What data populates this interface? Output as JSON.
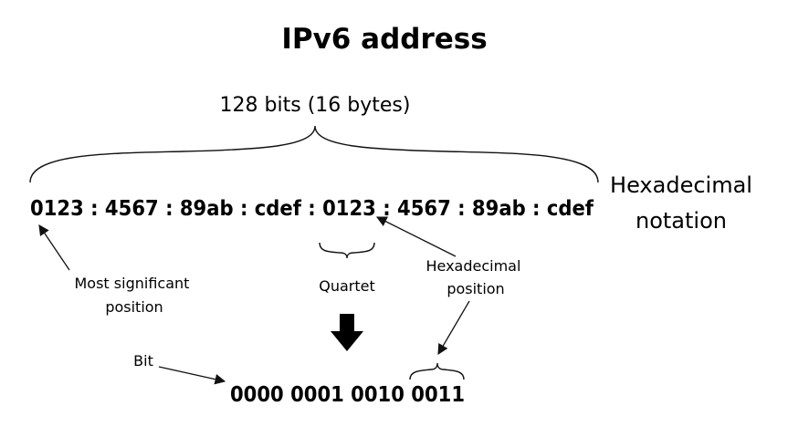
{
  "title": "IPv6 address",
  "size_label": "128 bits (16 bytes)",
  "address": "0123  : 4567 : 89ab : cdef : 0123  : 4567 : 89ab : cdef",
  "notation_label": {
    "line1": "Hexadecimal",
    "line2": "notation"
  },
  "labels": {
    "most_significant": {
      "line1": "Most significant",
      "line2": "position"
    },
    "quartet": "Quartet",
    "hex_position": {
      "line1": "Hexadecimal",
      "line2": "position"
    },
    "bit": "Bit"
  },
  "binary": "0000 0001 0010 0011"
}
